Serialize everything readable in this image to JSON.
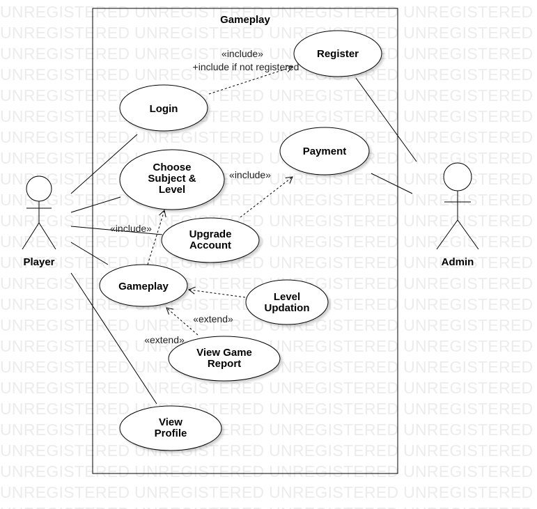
{
  "watermark_text": "UNREGISTERED",
  "system": {
    "title": "Gameplay"
  },
  "actors": {
    "player": "Player",
    "admin": "Admin"
  },
  "use_cases": {
    "register": [
      "Register"
    ],
    "login": [
      "Login"
    ],
    "payment": [
      "Payment"
    ],
    "choose_subject": [
      "Choose",
      "Subject &",
      "Level"
    ],
    "upgrade_account": [
      "Upgrade",
      "Account"
    ],
    "gameplay": [
      "Gameplay"
    ],
    "level_updation": [
      "Level",
      "Updation"
    ],
    "view_game_report": [
      "View Game",
      "Report"
    ],
    "view_profile": [
      "View",
      "Profile"
    ]
  },
  "stereotypes": {
    "login_register": "«include»",
    "login_register_note": "+include if not registered",
    "choose_payment": "«include»",
    "player_upgrade": "«include»",
    "level_gameplay": "«extend»",
    "report_gameplay": "«extend»"
  }
}
